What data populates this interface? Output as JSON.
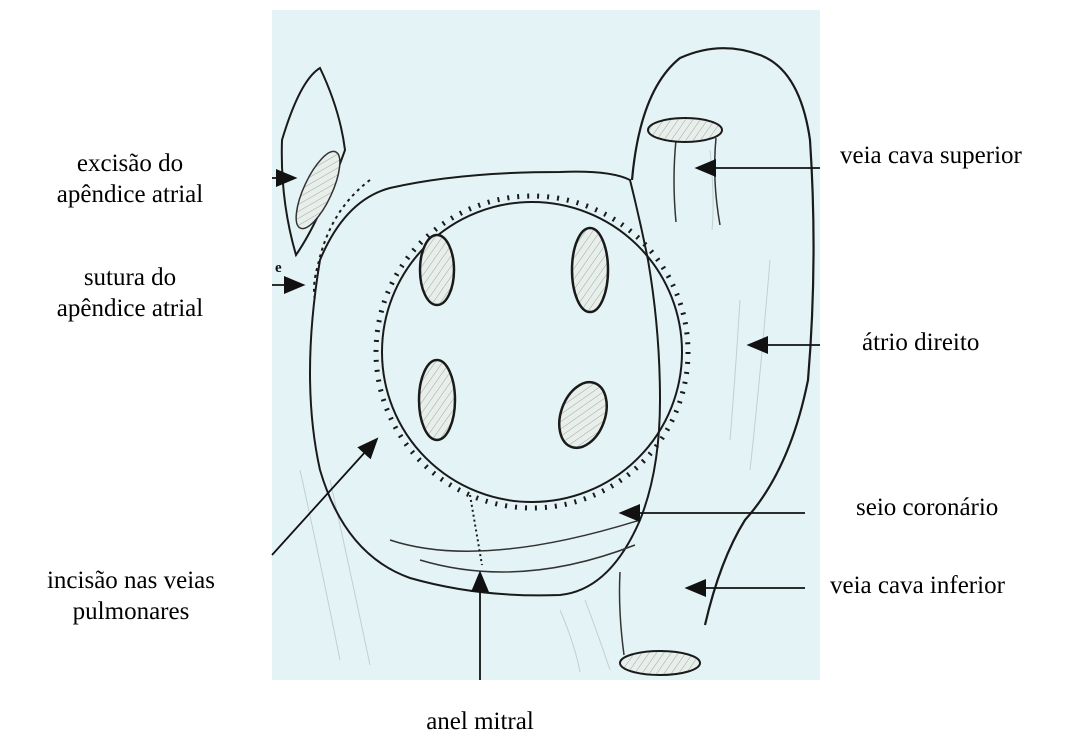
{
  "labels": {
    "excisao_line1": "excisão do",
    "excisao_line2": "apêndice atrial",
    "sutura_line1": "sutura do",
    "sutura_line2": "apêndice atrial",
    "incisao_line1": "incisão nas veias",
    "incisao_line2": "pulmonares",
    "anel_mitral": "anel mitral",
    "veia_cava_superior": "veia cava superior",
    "atrio_direito": "átrio direito",
    "seio_coronario": "seio coronário",
    "veia_cava_inferior": "veia cava inferior",
    "marker_e": "e"
  },
  "colors": {
    "panel_background": "#e4f4f6",
    "ink": "#1a1a1a"
  }
}
